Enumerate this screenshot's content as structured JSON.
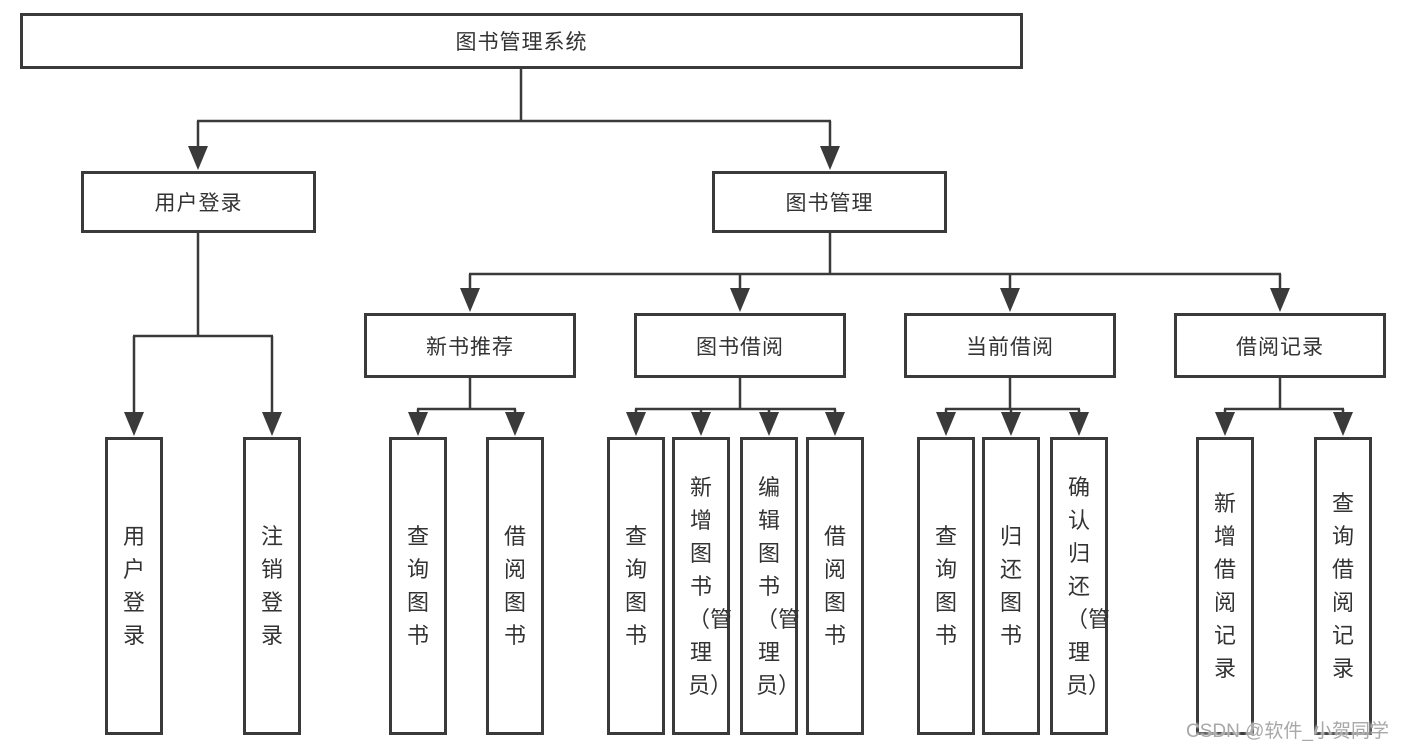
{
  "title": "图书管理系统",
  "watermark": "CSDN @软件_小贺同学",
  "colors": {
    "line": "#3a3a3a",
    "box_border": "#3a3a3a",
    "box_fill": "#ffffff",
    "text": "#333333",
    "watermark": "#a8a8a8"
  },
  "tree": {
    "root": {
      "label": "图书管理系统"
    },
    "branches": [
      {
        "label": "用户登录",
        "children": [
          {
            "label": "用户登录"
          },
          {
            "label": "注销登录"
          }
        ]
      },
      {
        "label": "图书管理",
        "children": [
          {
            "label": "新书推荐",
            "children": [
              {
                "label": "查询图书"
              },
              {
                "label": "借阅图书"
              }
            ]
          },
          {
            "label": "图书借阅",
            "children": [
              {
                "label": "查询图书"
              },
              {
                "label": "新增图书（管理员）"
              },
              {
                "label": "编辑图书（管理员）"
              },
              {
                "label": "借阅图书"
              }
            ]
          },
          {
            "label": "当前借阅",
            "children": [
              {
                "label": "查询图书"
              },
              {
                "label": "归还图书"
              },
              {
                "label": "确认归还（管理员）"
              }
            ]
          },
          {
            "label": "借阅记录",
            "children": [
              {
                "label": "新增借阅记录"
              },
              {
                "label": "查询借阅记录"
              }
            ]
          }
        ]
      }
    ]
  }
}
